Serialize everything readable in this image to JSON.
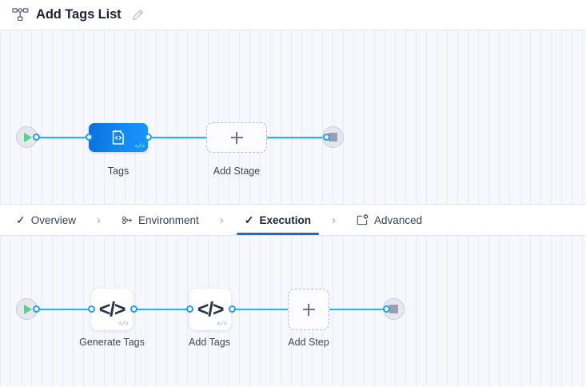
{
  "header": {
    "icon": "pipeline-topology-icon",
    "title": "Add Tags List",
    "edit_icon": "pencil-icon"
  },
  "stage_flow": {
    "start_icon": "play-icon",
    "end_icon": "stop-icon",
    "nodes": [
      {
        "label": "Tags",
        "type": "custom-stage",
        "badge": "</>",
        "selected": true
      },
      {
        "label": "Add Stage",
        "type": "add-placeholder",
        "glyph": "+"
      }
    ]
  },
  "tabs": [
    {
      "label": "Overview",
      "icon": "check-icon",
      "active": false
    },
    {
      "label": "Environment",
      "icon": "infrastructure-icon",
      "active": false
    },
    {
      "label": "Execution",
      "icon": "check-icon",
      "active": true
    },
    {
      "label": "Advanced",
      "icon": "advanced-window-icon",
      "active": false
    }
  ],
  "tab_separator": "›",
  "step_flow": {
    "start_icon": "play-icon",
    "end_icon": "stop-icon",
    "nodes": [
      {
        "label": "Generate Tags",
        "type": "run-step",
        "glyph": "</>",
        "badge": "</>"
      },
      {
        "label": "Add Tags",
        "type": "run-step",
        "glyph": "</>",
        "badge": "</>"
      },
      {
        "label": "Add Step",
        "type": "add-placeholder",
        "glyph": "+"
      }
    ]
  },
  "colors": {
    "accent_blue": "#0c72d6",
    "edge_blue": "#1fb6f0",
    "node_blue": "#1289f5",
    "canvas_bg": "#f7f8fd",
    "play_green": "#5bd08a"
  }
}
